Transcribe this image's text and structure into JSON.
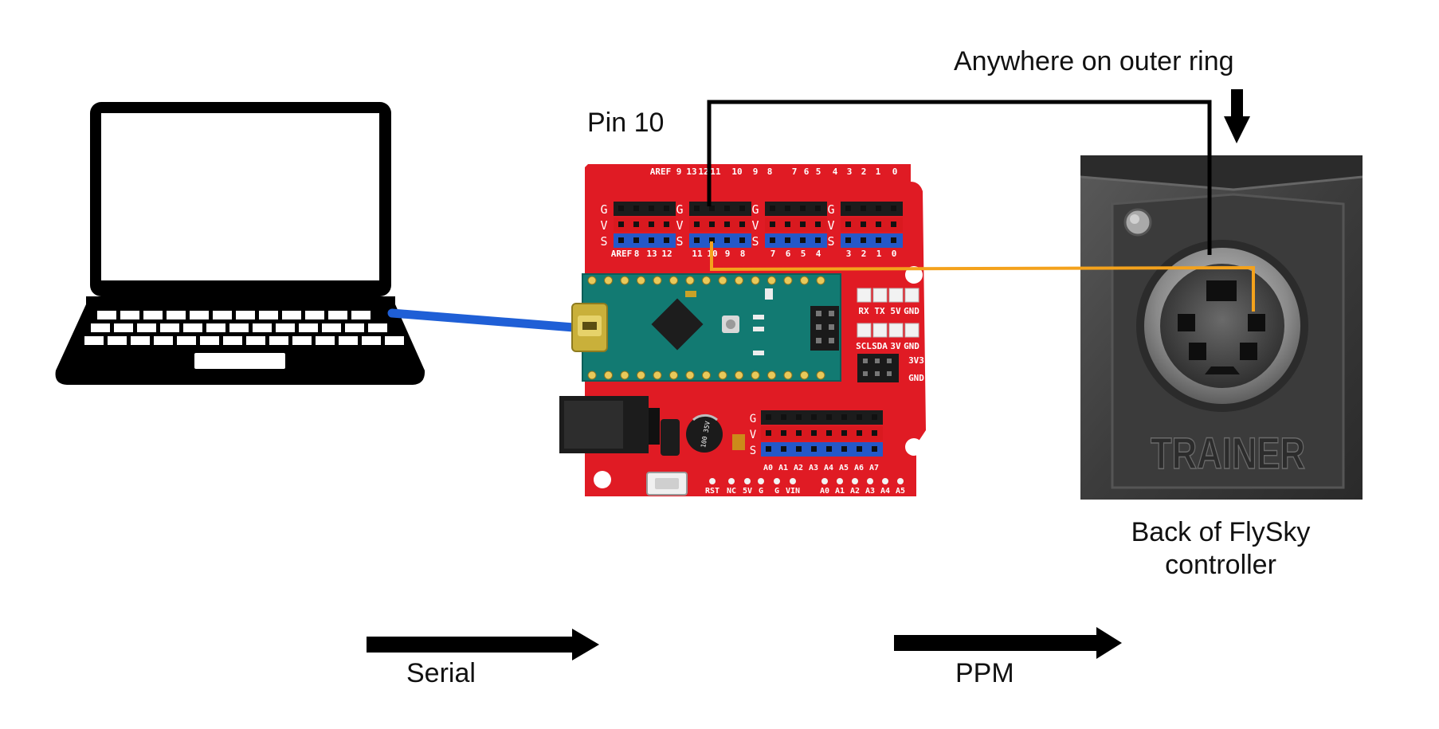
{
  "labels": {
    "pin": "Pin 10",
    "outer_ring": "Anywhere on outer ring",
    "controller_line1": "Back of FlySky",
    "controller_line2": "controller",
    "serial": "Serial",
    "ppm": "PPM"
  },
  "board": {
    "top_header": [
      "AREF",
      "9",
      "13",
      "12",
      "11",
      "10",
      "9",
      "8",
      "7",
      "6",
      "5",
      "4",
      "3",
      "2",
      "1",
      "0"
    ],
    "row_letters": [
      "G",
      "V",
      "S"
    ],
    "group1_bottom": [
      "AREF",
      "8",
      "13",
      "12"
    ],
    "group2_bottom": [
      "11",
      "10",
      "9",
      "8"
    ],
    "group3_bottom": [
      "7",
      "6",
      "5",
      "4"
    ],
    "group4_bottom": [
      "3",
      "2",
      "1",
      "0"
    ],
    "right_pads_1": [
      "RX",
      "TX",
      "5V",
      "GND"
    ],
    "right_pads_2": [
      "SCL",
      "SDA",
      "3V",
      "GND"
    ],
    "right_pads_3": [
      "3V3",
      "GND"
    ],
    "analog_bottom": [
      "A0",
      "A1",
      "A2",
      "A3",
      "A4",
      "A5",
      "A6",
      "A7"
    ],
    "edge_bottom": [
      "RST",
      "NC",
      "5V",
      "G",
      "G",
      "VIN",
      "A0",
      "A1",
      "A2",
      "A3",
      "A4",
      "A5"
    ],
    "capacitor": "100 35V"
  },
  "connector_text": "TRAINER",
  "colors": {
    "usb_cable": "#1f5fd6",
    "signal_wire": "#f4a21c",
    "ground_wire": "#000000",
    "board": "#e01b24",
    "nano": "#127a72"
  },
  "icons": {
    "laptop": "laptop-icon",
    "arduino": "arduino-nano-shield",
    "connector": "trainer-port-photo"
  }
}
